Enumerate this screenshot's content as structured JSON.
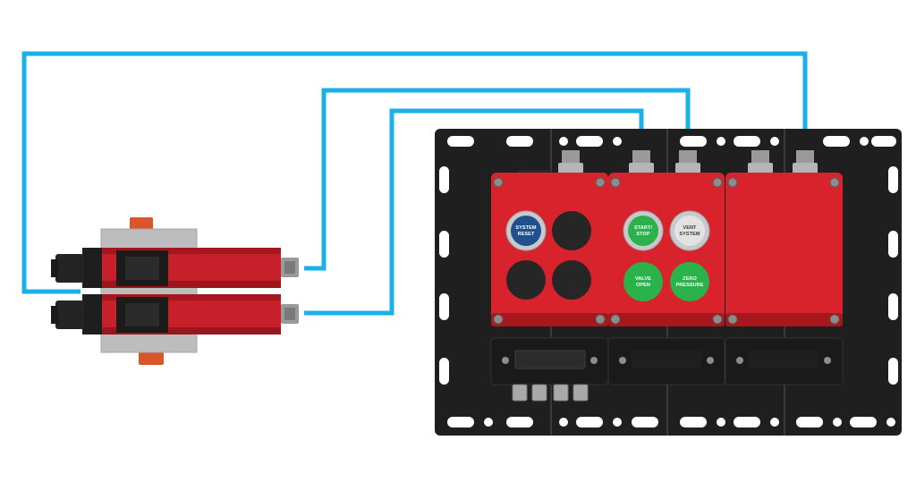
{
  "colors": {
    "cable": "#1ab0e8",
    "panel": "#1f1f1f",
    "housing": "#c8202a",
    "housing_dark": "#9c151c",
    "switch_body": "#d8232c",
    "metal": "#b9b9b9",
    "blank_button": "#262626",
    "green_button": "#2bb24a",
    "grey_button": "#e2e2e2",
    "blue_button": "#21508f",
    "bezel": "#c7c9cc"
  },
  "buttons": {
    "system_reset": {
      "line1": "SYSTEM",
      "line2": "RESET"
    },
    "start_stop": {
      "line1": "START/",
      "line2": "STOP"
    },
    "vent_system": {
      "line1": "VENT",
      "line2": "SYSTEM"
    },
    "valve_open": {
      "line1": "VALVE",
      "line2": "OPEN"
    },
    "zero_pressure": {
      "line1": "ZERO",
      "line2": "PRESSURE"
    }
  }
}
